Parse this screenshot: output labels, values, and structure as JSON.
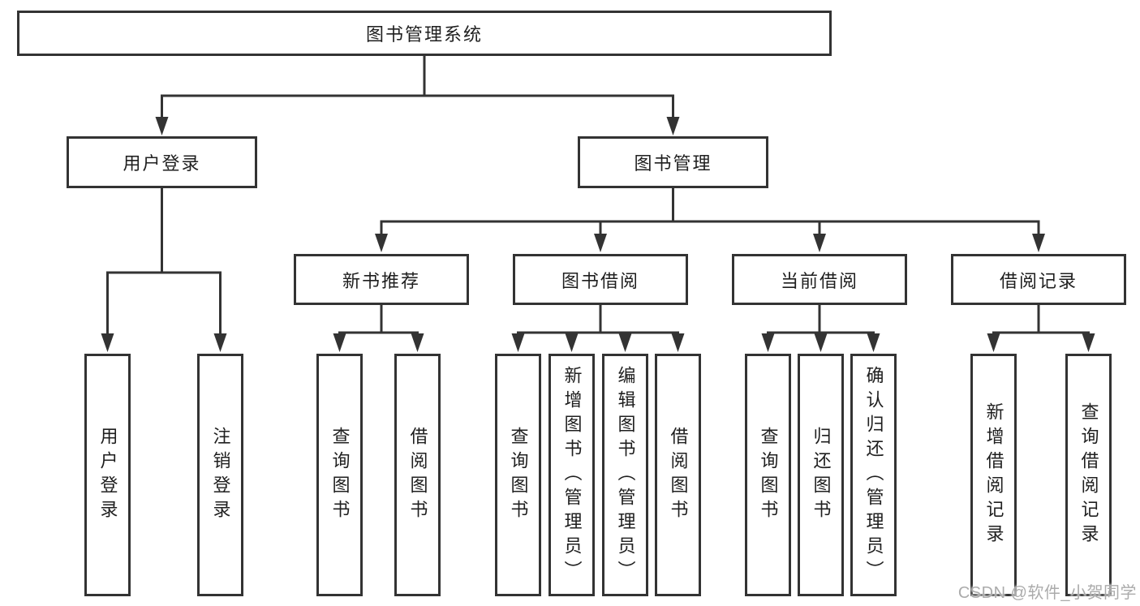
{
  "diagram": {
    "type": "tree",
    "root": {
      "label": "图书管理系统",
      "children": [
        {
          "label": "用户登录",
          "children": [
            {
              "label": "用户登录"
            },
            {
              "label": "注销登录"
            }
          ]
        },
        {
          "label": "图书管理",
          "children": [
            {
              "label": "新书推荐",
              "children": [
                {
                  "label": "查询图书"
                },
                {
                  "label": "借阅图书"
                }
              ]
            },
            {
              "label": "图书借阅",
              "children": [
                {
                  "label": "查询图书"
                },
                {
                  "label": "新增图书（管理员）"
                },
                {
                  "label": "编辑图书（管理员）"
                },
                {
                  "label": "借阅图书"
                }
              ]
            },
            {
              "label": "当前借阅",
              "children": [
                {
                  "label": "查询图书"
                },
                {
                  "label": "归还图书"
                },
                {
                  "label": "确认归还（管理员）"
                }
              ]
            },
            {
              "label": "借阅记录",
              "children": [
                {
                  "label": "新增借阅记录"
                },
                {
                  "label": "查询借阅记录"
                }
              ]
            }
          ]
        }
      ]
    }
  },
  "watermark": {
    "text": "CSDN @软件_小贺同学"
  },
  "colors": {
    "line": "#333333",
    "box_border": "#333333",
    "text": "#1f1f1f",
    "watermark": "#ababab",
    "background": "#ffffff"
  }
}
